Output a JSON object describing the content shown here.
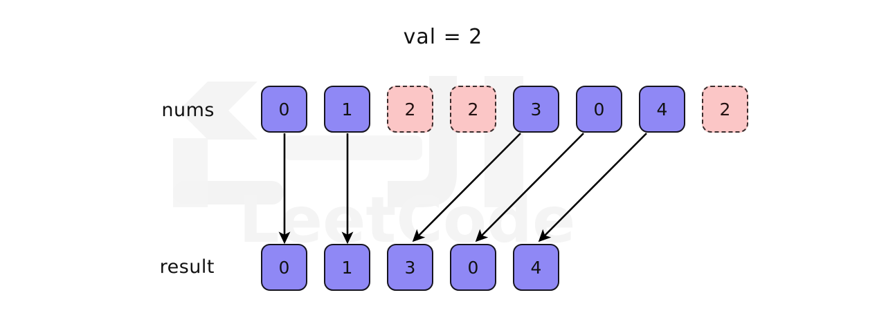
{
  "diagram": {
    "title": "val = 2",
    "type": "array-transformation",
    "labels": {
      "nums": "nums",
      "result": "result"
    },
    "colors": {
      "kept_fill": "#8f88f5",
      "kept_stroke": "#15131f",
      "removed_fill": "#fbc6c6",
      "removed_stroke": "#3a2b2b",
      "arrow": "#000000",
      "text": "#111111",
      "background": "#ffffff",
      "watermark": "#f2f2f2"
    },
    "nums": {
      "label": "nums",
      "cells": [
        {
          "value": "0",
          "state": "kept",
          "index": 0
        },
        {
          "value": "1",
          "state": "kept",
          "index": 1
        },
        {
          "value": "2",
          "state": "removed",
          "index": 2
        },
        {
          "value": "2",
          "state": "removed",
          "index": 3
        },
        {
          "value": "3",
          "state": "kept",
          "index": 4
        },
        {
          "value": "0",
          "state": "kept",
          "index": 5
        },
        {
          "value": "4",
          "state": "kept",
          "index": 6
        },
        {
          "value": "2",
          "state": "removed",
          "index": 7
        }
      ]
    },
    "result": {
      "label": "result",
      "cells": [
        {
          "value": "0",
          "state": "kept",
          "index": 0
        },
        {
          "value": "1",
          "state": "kept",
          "index": 1
        },
        {
          "value": "3",
          "state": "kept",
          "index": 2
        },
        {
          "value": "0",
          "state": "kept",
          "index": 3
        },
        {
          "value": "4",
          "state": "kept",
          "index": 4
        }
      ]
    },
    "arrows": [
      {
        "from_index": 0,
        "to_index": 0,
        "kind": "vertical"
      },
      {
        "from_index": 1,
        "to_index": 1,
        "kind": "vertical"
      },
      {
        "from_index": 4,
        "to_index": 2,
        "kind": "diagonal"
      },
      {
        "from_index": 5,
        "to_index": 3,
        "kind": "diagonal"
      },
      {
        "from_index": 6,
        "to_index": 4,
        "kind": "diagonal"
      }
    ],
    "watermark_text": "LeetCode"
  }
}
